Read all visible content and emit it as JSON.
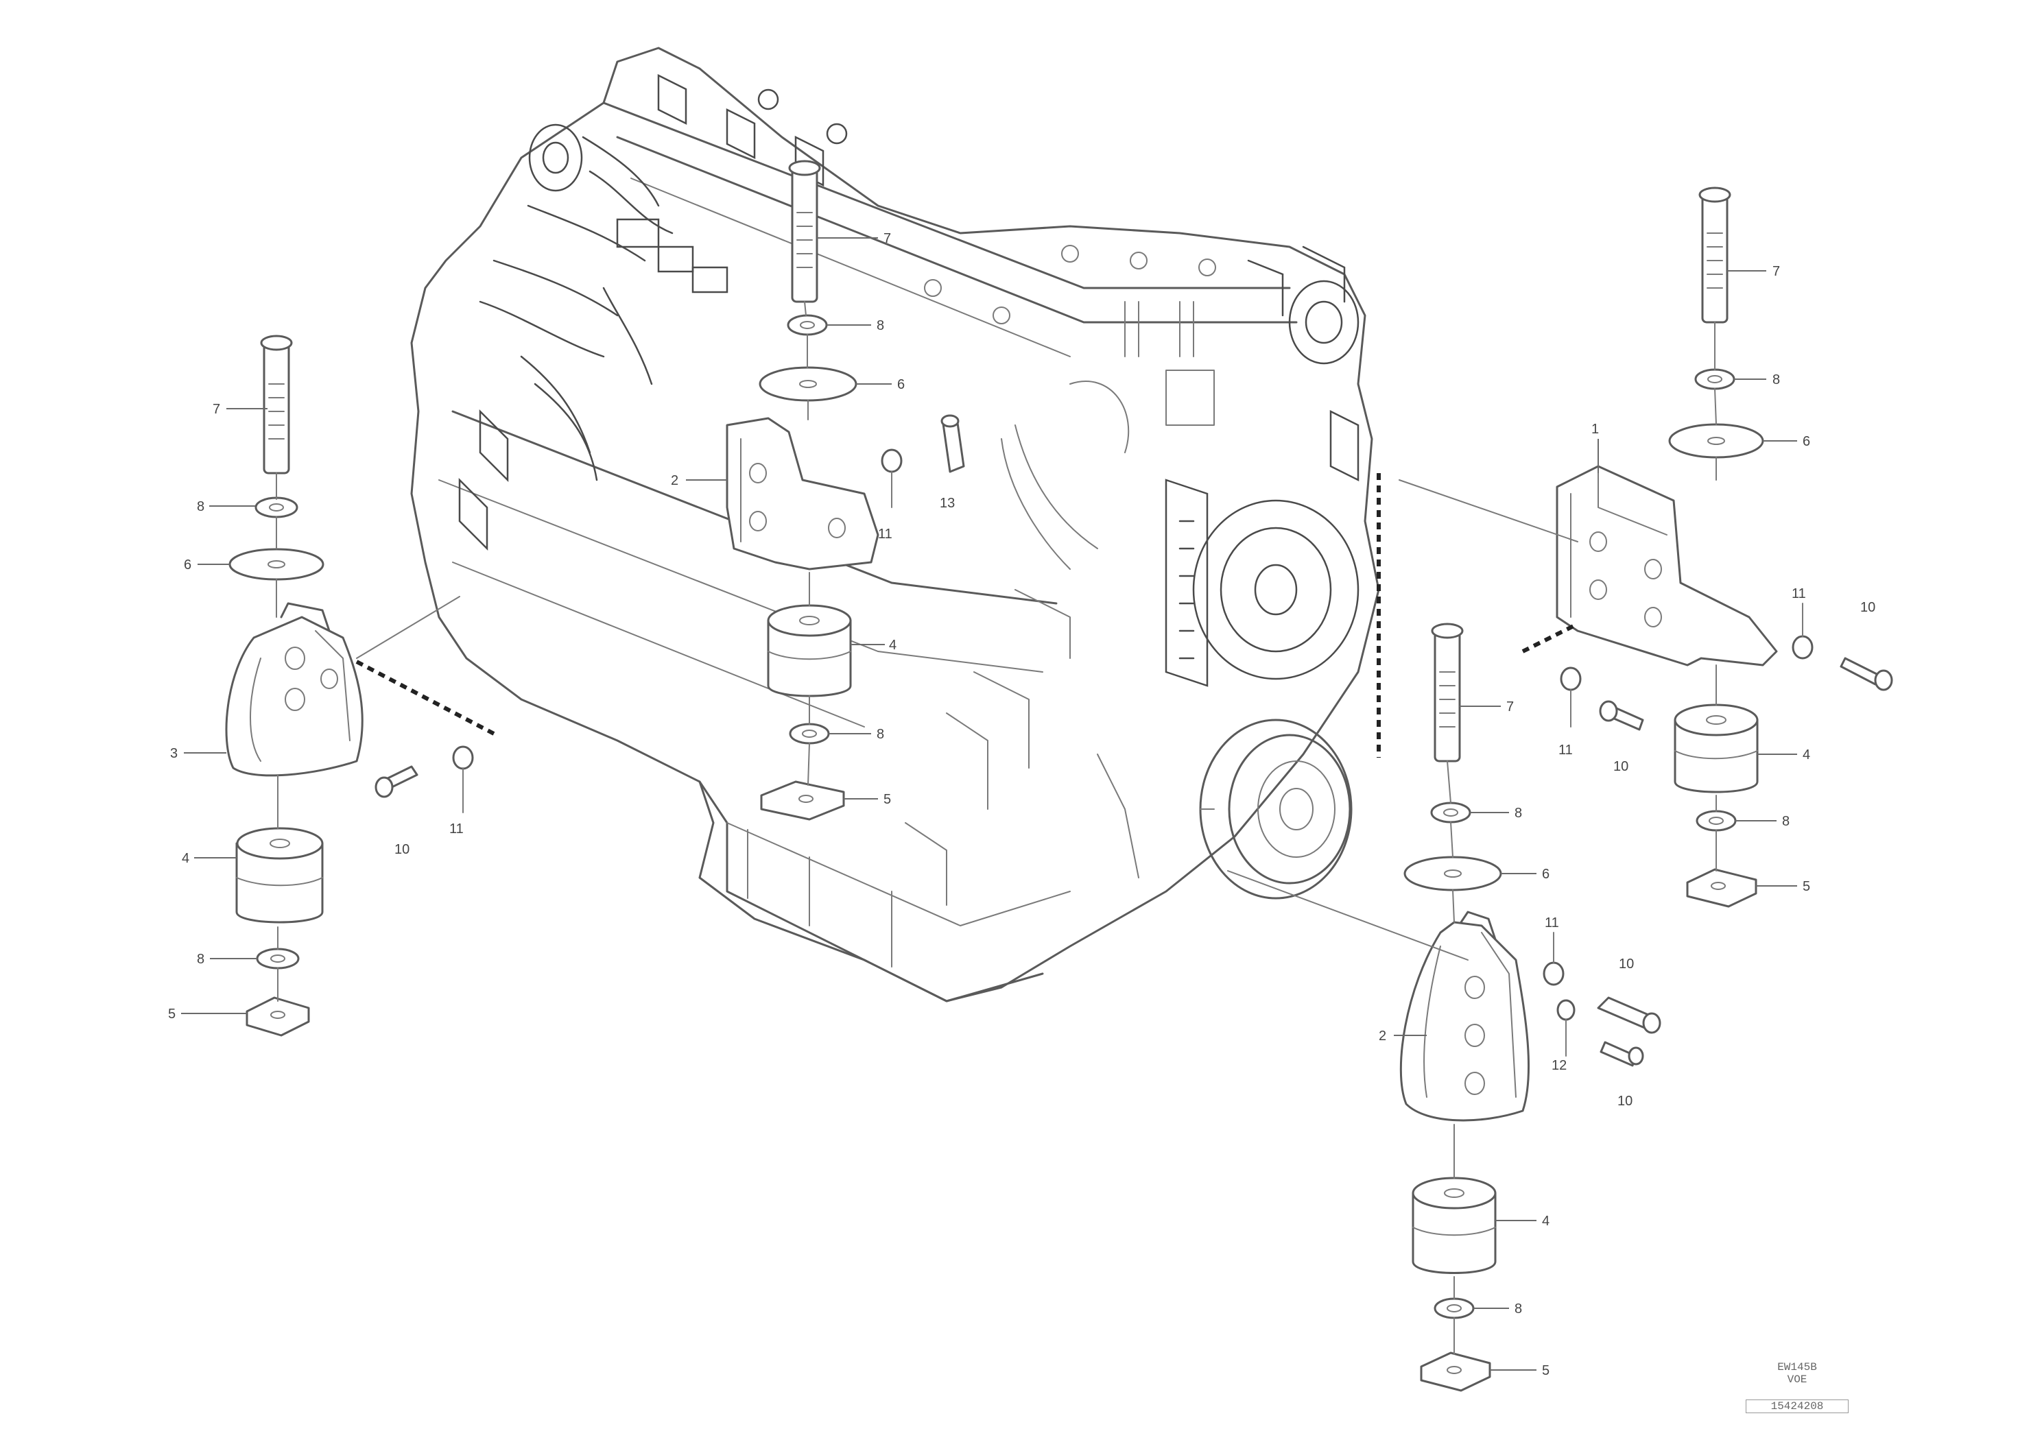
{
  "diagram": {
    "type": "exploded-parts-drawing",
    "subject": "engine mounts",
    "callouts": {
      "bolt": "7",
      "washer_small": "8",
      "washer_large": "6",
      "bracket_front": "1",
      "bracket_rear": "2",
      "bracket_side": "3",
      "rubber_mount": "4",
      "base_plate": "5",
      "screw": "10",
      "nut": "11",
      "washer": "12",
      "bolt_short": "13"
    }
  },
  "reference_block": {
    "line1": "EW145B",
    "line2": "VOE",
    "line3": "15424208"
  },
  "colors": {
    "line": "#5a5a5a",
    "dashed": "#222222",
    "background": "#ffffff"
  }
}
